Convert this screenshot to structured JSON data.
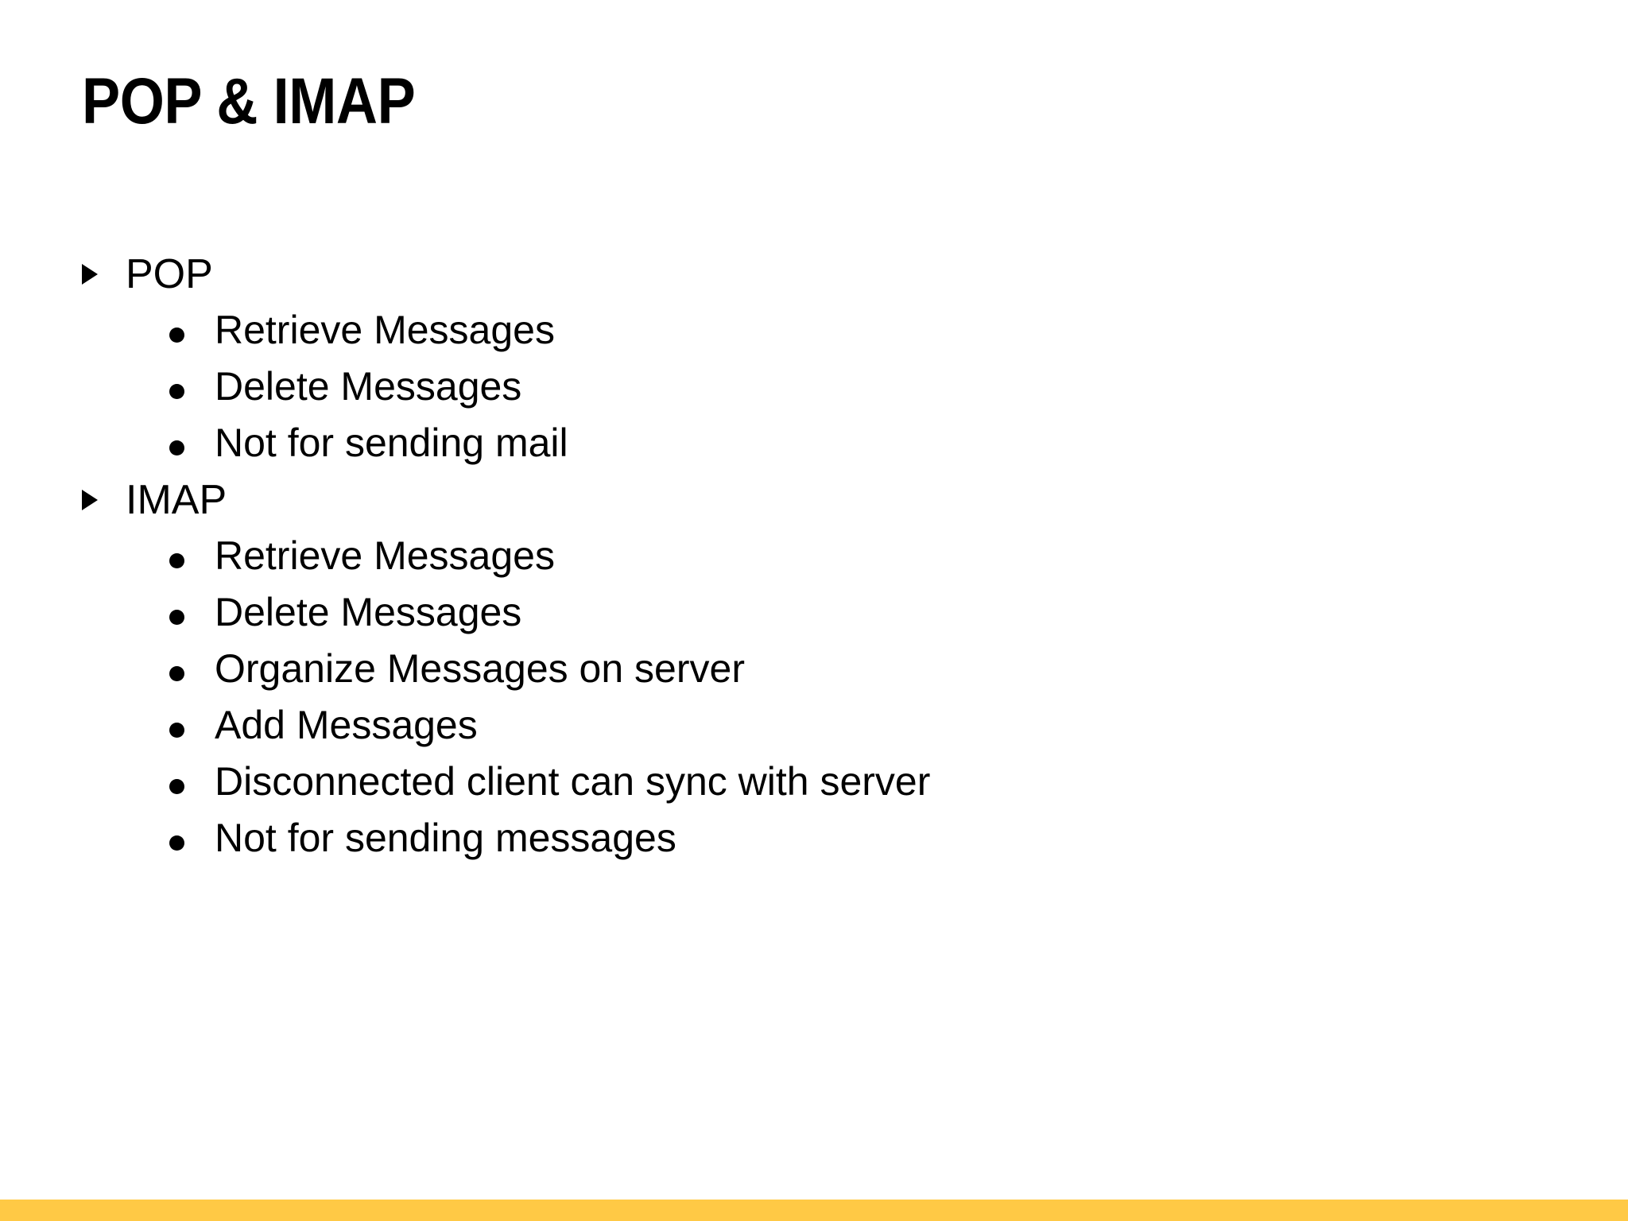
{
  "slide": {
    "title": "POP & IMAP",
    "background_color": "#ffffff",
    "text_color": "#000000",
    "accent_bar_color": "#ffc945",
    "markers": {
      "level_1": "triangle-right-marker",
      "level_2": "round-dot-marker"
    },
    "outline": [
      {
        "level": 1,
        "label": "POP",
        "children": [
          {
            "level": 2,
            "label": "Retrieve Messages"
          },
          {
            "level": 2,
            "label": "Delete Messages"
          },
          {
            "level": 2,
            "label": "Not for sending mail"
          }
        ]
      },
      {
        "level": 1,
        "label": "IMAP",
        "children": [
          {
            "level": 2,
            "label": "Retrieve Messages"
          },
          {
            "level": 2,
            "label": "Delete Messages"
          },
          {
            "level": 2,
            "label": "Organize Messages on server"
          },
          {
            "level": 2,
            "label": "Add Messages"
          },
          {
            "level": 2,
            "label": "Disconnected client can sync with server"
          },
          {
            "level": 2,
            "label": "Not for sending messages"
          }
        ]
      }
    ]
  }
}
